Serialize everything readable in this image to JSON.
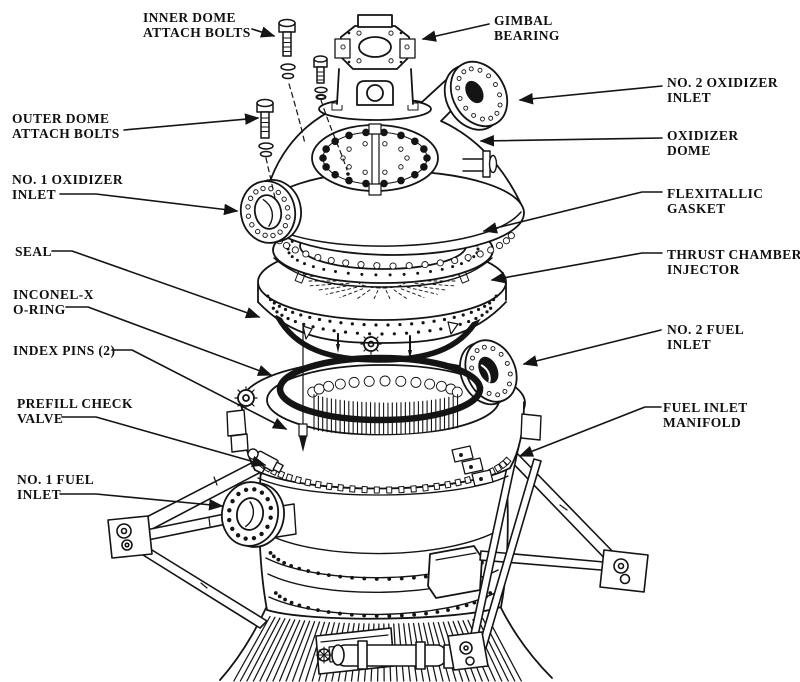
{
  "figure": {
    "palette": {
      "ink": "#141414",
      "paper": "#ffffff"
    },
    "labels": {
      "inner_dome_attach_bolts": {
        "lines": [
          "INNER DOME",
          "ATTACH BOLTS"
        ],
        "side": "left"
      },
      "gimbal_bearing": {
        "lines": [
          "GIMBAL",
          "BEARING"
        ],
        "side": "right"
      },
      "no_2_oxidizer_inlet": {
        "lines": [
          "NO. 2 OXIDIZER",
          "INLET"
        ],
        "side": "right"
      },
      "outer_dome_attach_bolts": {
        "lines": [
          "OUTER DOME",
          "ATTACH BOLTS"
        ],
        "side": "left"
      },
      "oxidizer_dome": {
        "lines": [
          "OXIDIZER",
          "DOME"
        ],
        "side": "right"
      },
      "no_1_oxidizer_inlet": {
        "lines": [
          "NO. 1 OXIDIZER",
          "INLET"
        ],
        "side": "left"
      },
      "flexitallic_gasket": {
        "lines": [
          "FLEXITALLIC",
          "GASKET"
        ],
        "side": "right"
      },
      "seal": {
        "lines": [
          "SEAL"
        ],
        "side": "left"
      },
      "thrust_chamber_injector": {
        "lines": [
          "THRUST CHAMBER",
          "INJECTOR"
        ],
        "side": "right"
      },
      "inconel_x_o_ring": {
        "lines": [
          "INCONEL-X",
          "O-RING"
        ],
        "side": "left"
      },
      "no_2_fuel_inlet": {
        "lines": [
          "NO. 2 FUEL",
          "INLET"
        ],
        "side": "right"
      },
      "index_pins": {
        "lines": [
          "INDEX PINS (2)"
        ],
        "side": "left"
      },
      "prefill_check_valve": {
        "lines": [
          "PREFILL CHECK",
          "VALVE"
        ],
        "side": "left"
      },
      "fuel_inlet_manifold": {
        "lines": [
          "FUEL INLET",
          "MANIFOLD"
        ],
        "side": "right"
      },
      "no_1_fuel_inlet": {
        "lines": [
          "NO. 1 FUEL",
          "INLET"
        ],
        "side": "left"
      }
    }
  }
}
